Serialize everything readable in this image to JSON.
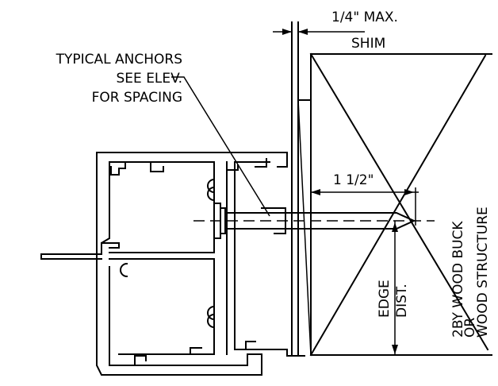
{
  "labels": {
    "max_gap": "1/4\" MAX.",
    "shim": "SHIM",
    "anchors_line1": "TYPICAL ANCHORS",
    "anchors_line2": "SEE ELEV.",
    "anchors_line3": "FOR SPACING",
    "embed": "1 1/2\"",
    "edge_line1": "EDGE",
    "edge_line2": "DIST.",
    "buck_line1": "2BY WOOD BUCK",
    "buck_line2": "OR",
    "buck_line3": "WOOD STRUCTURE"
  }
}
